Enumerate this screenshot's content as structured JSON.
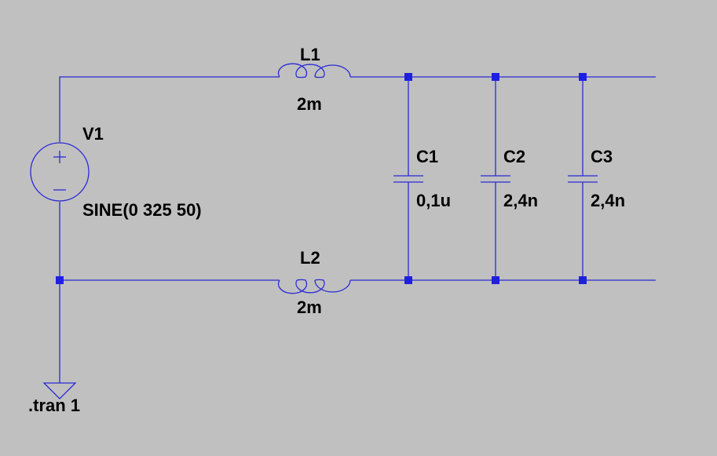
{
  "source": {
    "name": "V1",
    "value": "SINE(0 325 50)"
  },
  "inductors": [
    {
      "name": "L1",
      "value": "2m"
    },
    {
      "name": "L2",
      "value": "2m"
    }
  ],
  "capacitors": [
    {
      "name": "C1",
      "value": "0,1u"
    },
    {
      "name": "C2",
      "value": "2,4n"
    },
    {
      "name": "C3",
      "value": "2,4n"
    }
  ],
  "directive": ".tran 1",
  "colors": {
    "wire": "#2a2ad6",
    "junction": "#1f1fe0",
    "background": "#c0c0c0",
    "text": "#000000"
  }
}
